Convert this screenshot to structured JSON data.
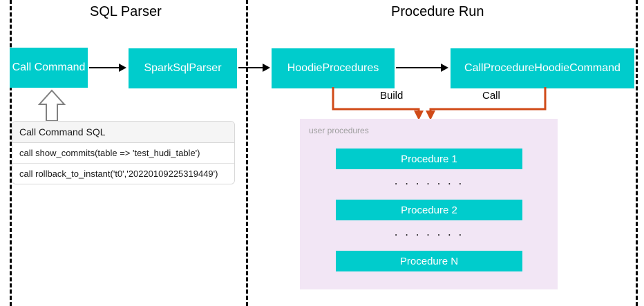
{
  "sections": [
    {
      "title": "SQL Parser"
    },
    {
      "title": "Procedure Run"
    }
  ],
  "nodes": {
    "call_command": "Call Command",
    "spark_sql_parser": "SparkSqlParser",
    "hoodie_procedures": "HoodieProcedures",
    "call_procedure_hoodie_command": "CallProcedureHoodieCommand"
  },
  "sql_table": {
    "header": "Call Command SQL",
    "rows": [
      "call show_commits(table => 'test_hudi_table')",
      "call rollback_to_instant('t0','20220109225319449')"
    ]
  },
  "connectors": {
    "build_label": "Build",
    "call_label": "Call"
  },
  "procedures_panel": {
    "label": "user procedures",
    "items": [
      "Procedure 1",
      "Procedure 2",
      "Procedure N"
    ],
    "ellipsis": ". . . . . . ."
  },
  "colors": {
    "node_fill": "#00CCCC",
    "panel_fill": "#F2E6F5",
    "connector": "#D04A18",
    "divider": "#000000"
  }
}
